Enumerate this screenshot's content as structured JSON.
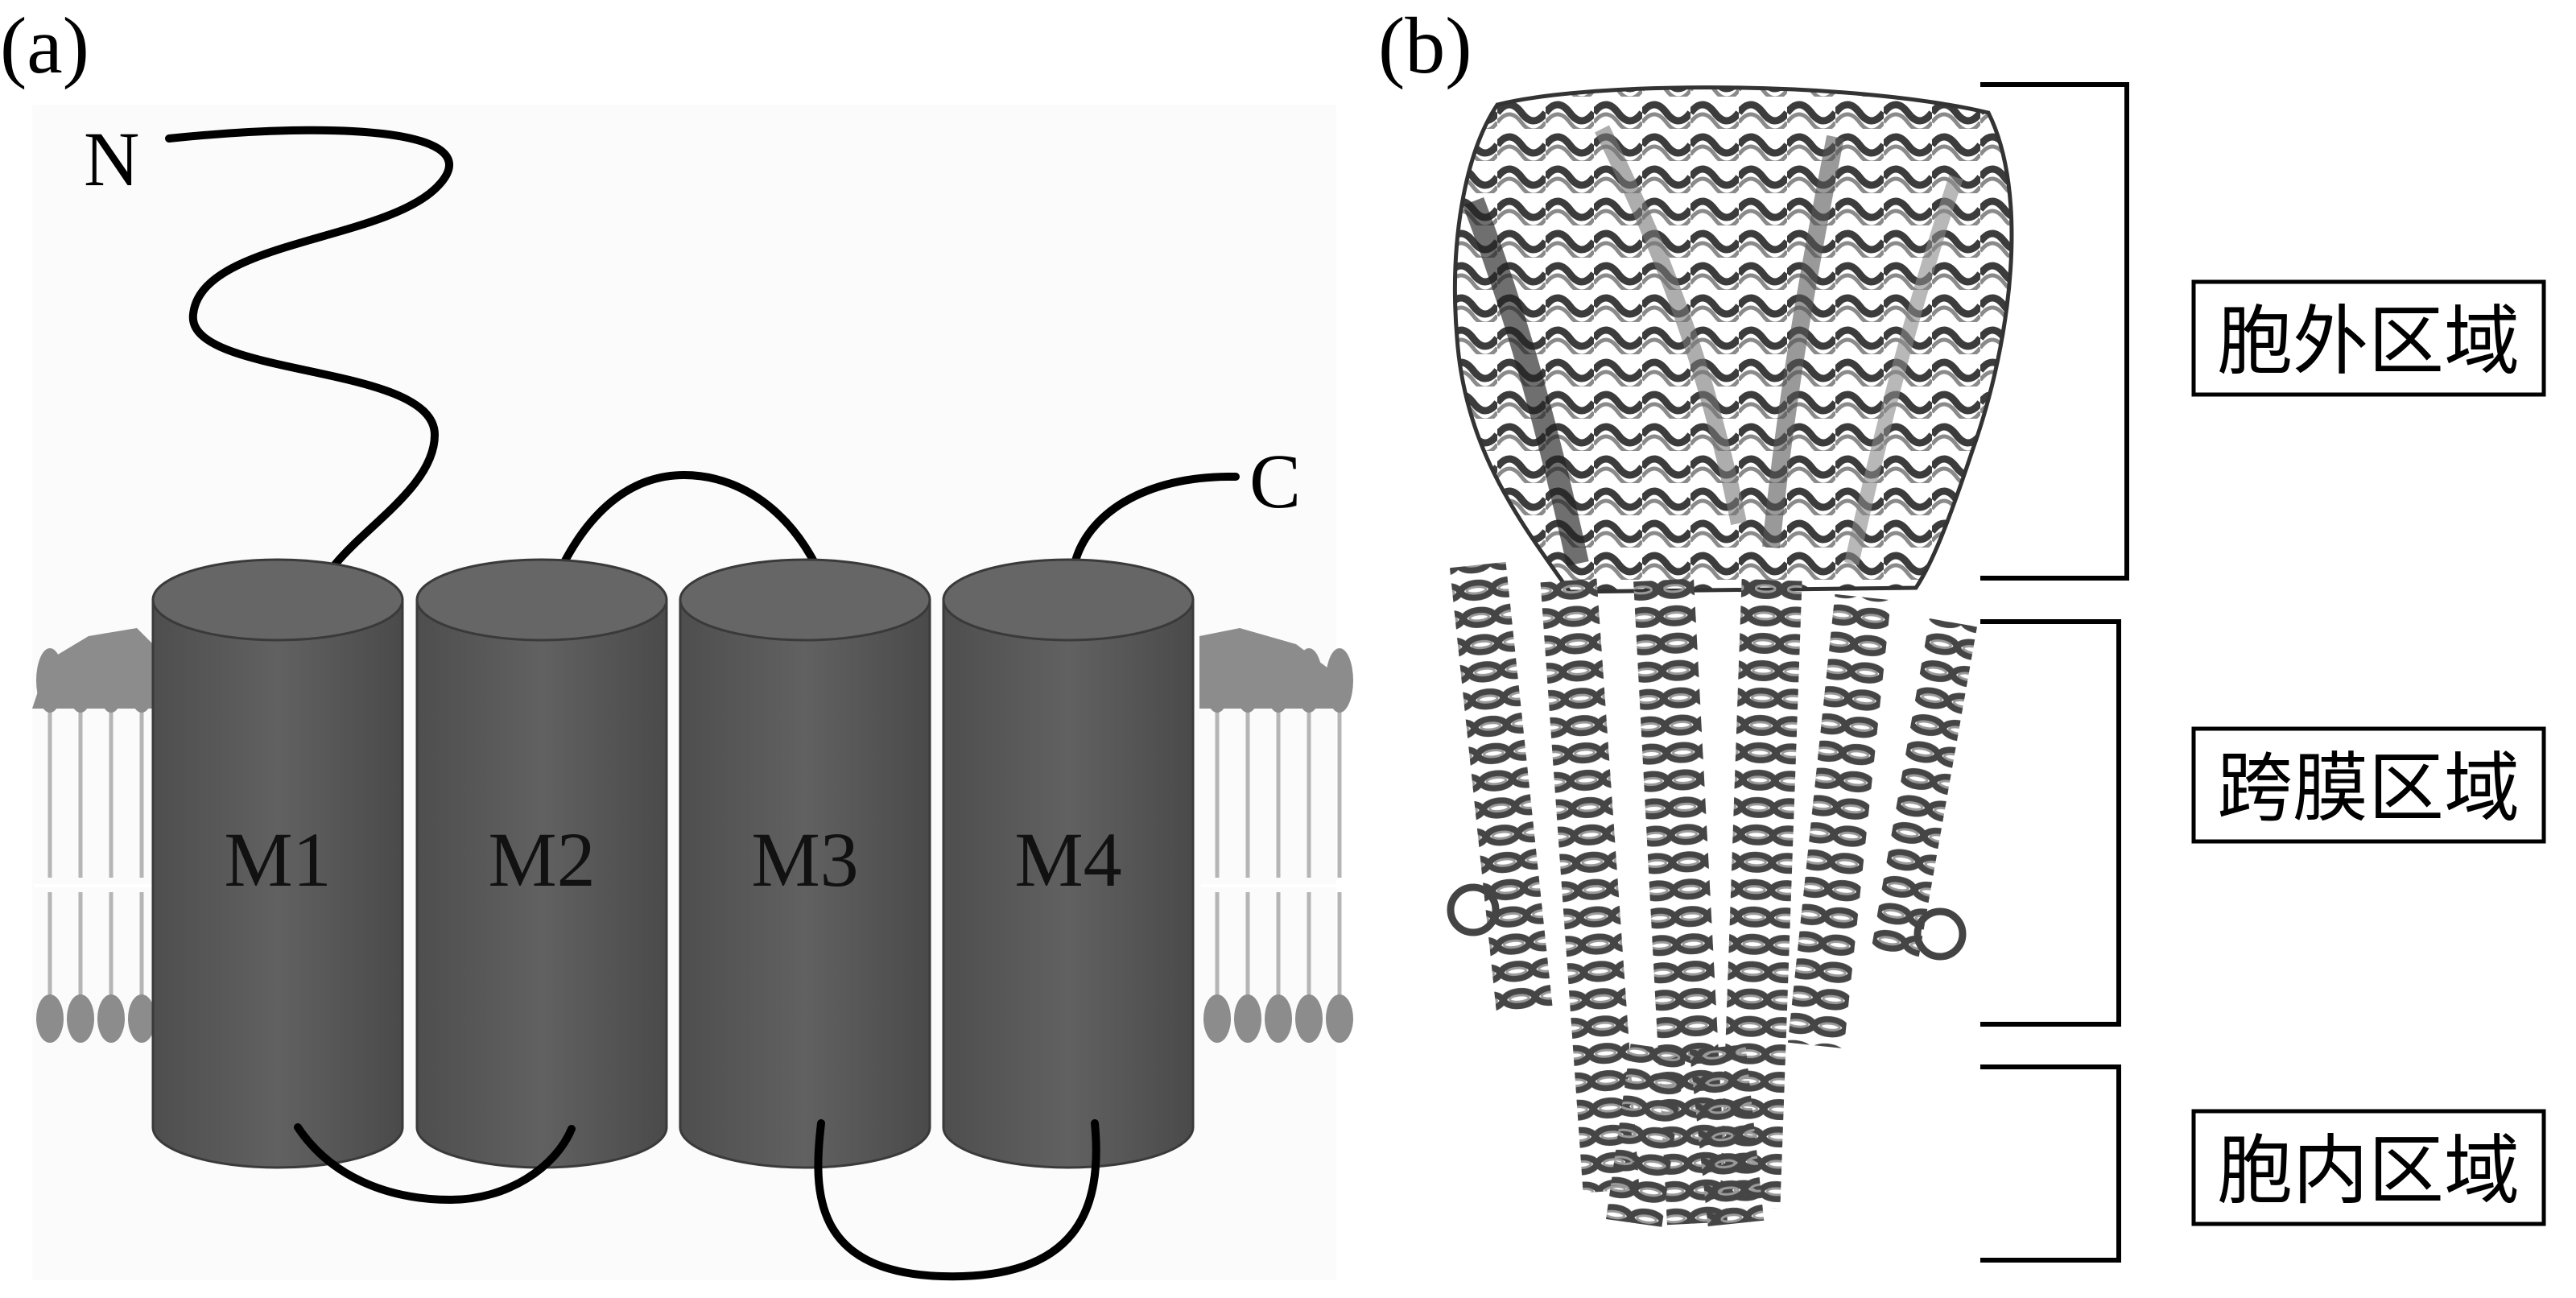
{
  "panels": {
    "a": {
      "label": "(a)"
    },
    "b": {
      "label": "(b)"
    }
  },
  "topology": {
    "n_terminus": "N",
    "c_terminus": "C",
    "helices": [
      "M1",
      "M2",
      "M3",
      "M4"
    ]
  },
  "structure": {
    "regions": [
      "胞外区域",
      "跨膜区域",
      "胞内区域"
    ]
  },
  "colors": {
    "helix": "#5a5a5a",
    "helix_top": "#666666",
    "lipid_head": "#8c8c8c",
    "loop": "#000000"
  }
}
